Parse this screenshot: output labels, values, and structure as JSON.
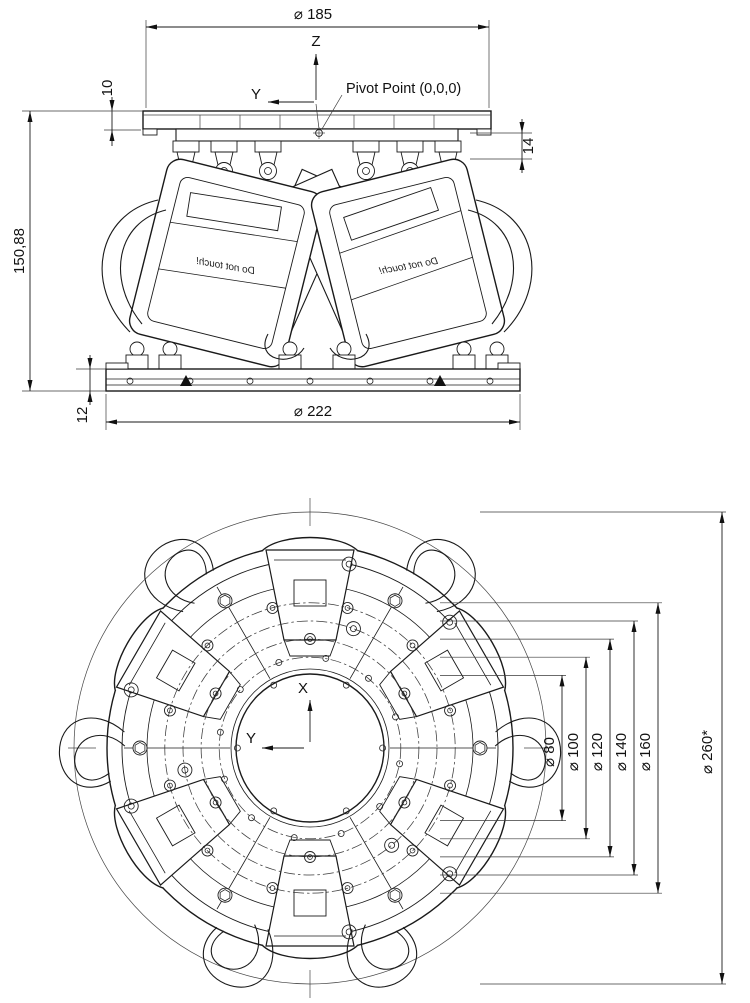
{
  "drawing": {
    "front_view": {
      "dim_diameter_top": "⌀ 185",
      "dim_plate_thickness": "10",
      "dim_pivot_depth": "14",
      "dim_overall_height": "150,88",
      "dim_base_thickness": "12",
      "dim_diameter_base": "⌀ 222",
      "axis_z": "Z",
      "axis_y": "Y",
      "pivot_label": "Pivot Point (0,0,0)",
      "motor_warning_left": "Do not touch!",
      "motor_warning_right": "Do not touch!"
    },
    "plan_view": {
      "axis_x": "X",
      "axis_y": "Y",
      "dims": [
        {
          "label": "⌀ 80"
        },
        {
          "label": "⌀ 100"
        },
        {
          "label": "⌀ 120"
        },
        {
          "label": "⌀ 140"
        },
        {
          "label": "⌀ 160"
        },
        {
          "label": "⌀ 260*"
        }
      ]
    }
  }
}
